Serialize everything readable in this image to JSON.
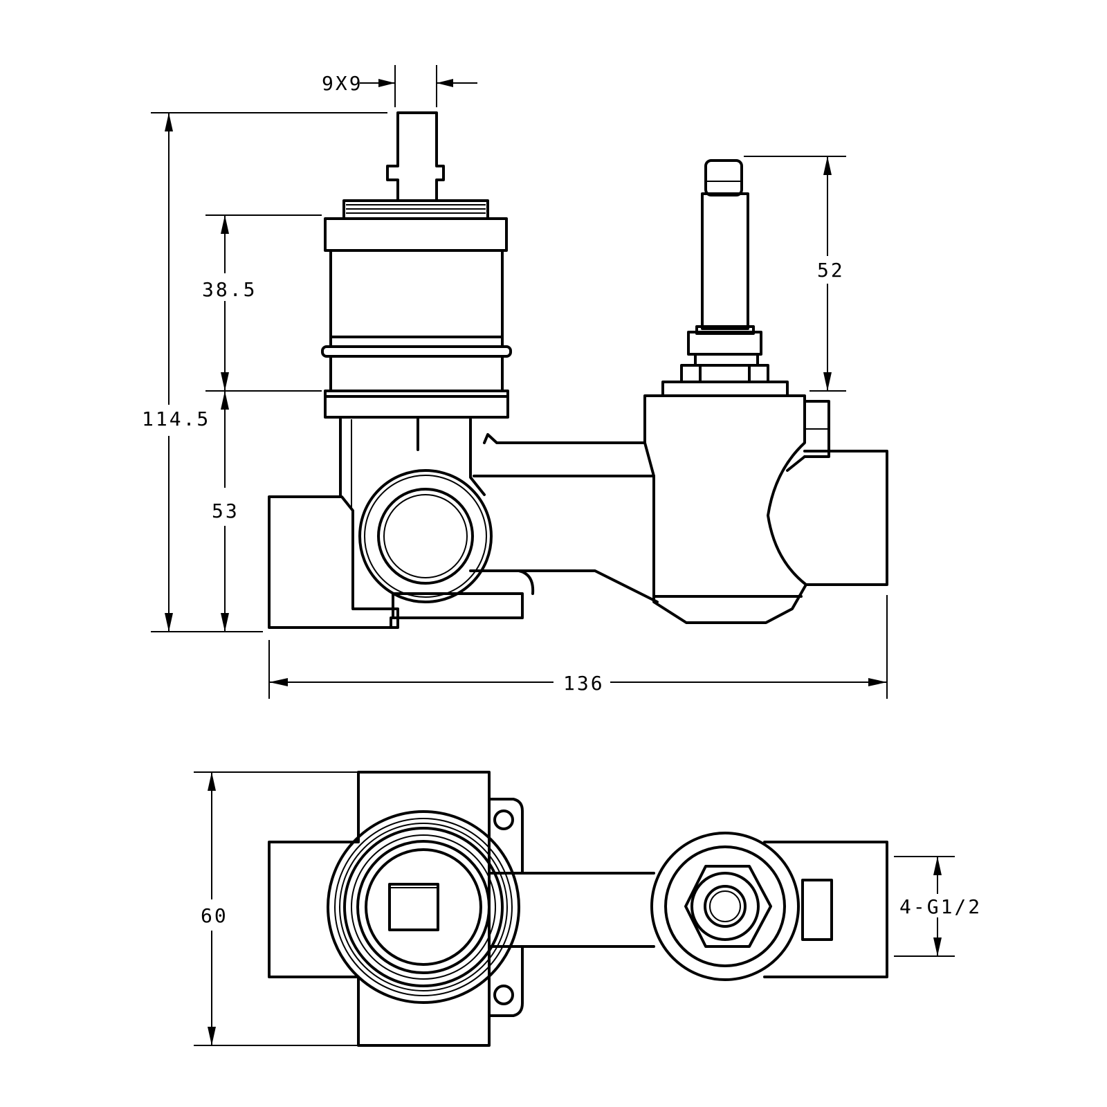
{
  "dimensions": {
    "stem_square": "9X9",
    "overall_height": "114.5",
    "cartridge_height": "38.5",
    "body_height": "53",
    "diverter_stem_height": "52",
    "overall_width": "136",
    "body_depth": "60",
    "thread_spec": "4-G1/2"
  }
}
